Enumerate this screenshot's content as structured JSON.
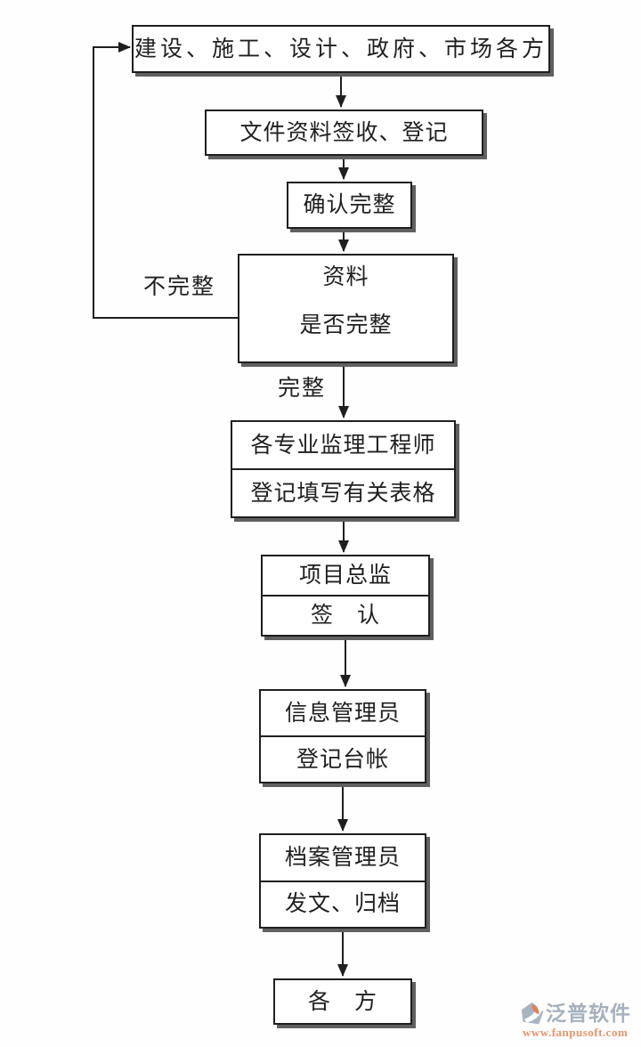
{
  "colors": {
    "line": "#1f1f1f",
    "box_border": "#1f1f1f",
    "box_shadow": "#606060",
    "watermark_gray": "#a6b1bf",
    "watermark_orange": "#e8936b"
  },
  "flow": {
    "nodes": [
      {
        "id": "parties",
        "lines": [
          "建设、施工、设计、政府、市场各方"
        ]
      },
      {
        "id": "receive-register",
        "lines": [
          "文件资料签收、登记"
        ]
      },
      {
        "id": "confirm-complete",
        "lines": [
          "确认完整"
        ]
      },
      {
        "id": "check-data-complete",
        "lines": [
          "资料",
          "是否完整"
        ]
      },
      {
        "id": "supervision-engineers",
        "lines": [
          "各专业监理工程师",
          "登记填写有关表格"
        ]
      },
      {
        "id": "chief-supervisor",
        "lines": [
          "项目总监",
          "签　认"
        ]
      },
      {
        "id": "info-manager",
        "lines": [
          "信息管理员",
          "登记台帐"
        ]
      },
      {
        "id": "archive-manager",
        "lines": [
          "档案管理员",
          "发文、归档"
        ]
      },
      {
        "id": "all-parties",
        "lines": [
          "各　方"
        ]
      }
    ],
    "labels": {
      "incomplete": "不完整",
      "complete": "完整"
    }
  },
  "watermark": {
    "brand": "泛普软件",
    "url": "www.fanpusoft.com"
  }
}
